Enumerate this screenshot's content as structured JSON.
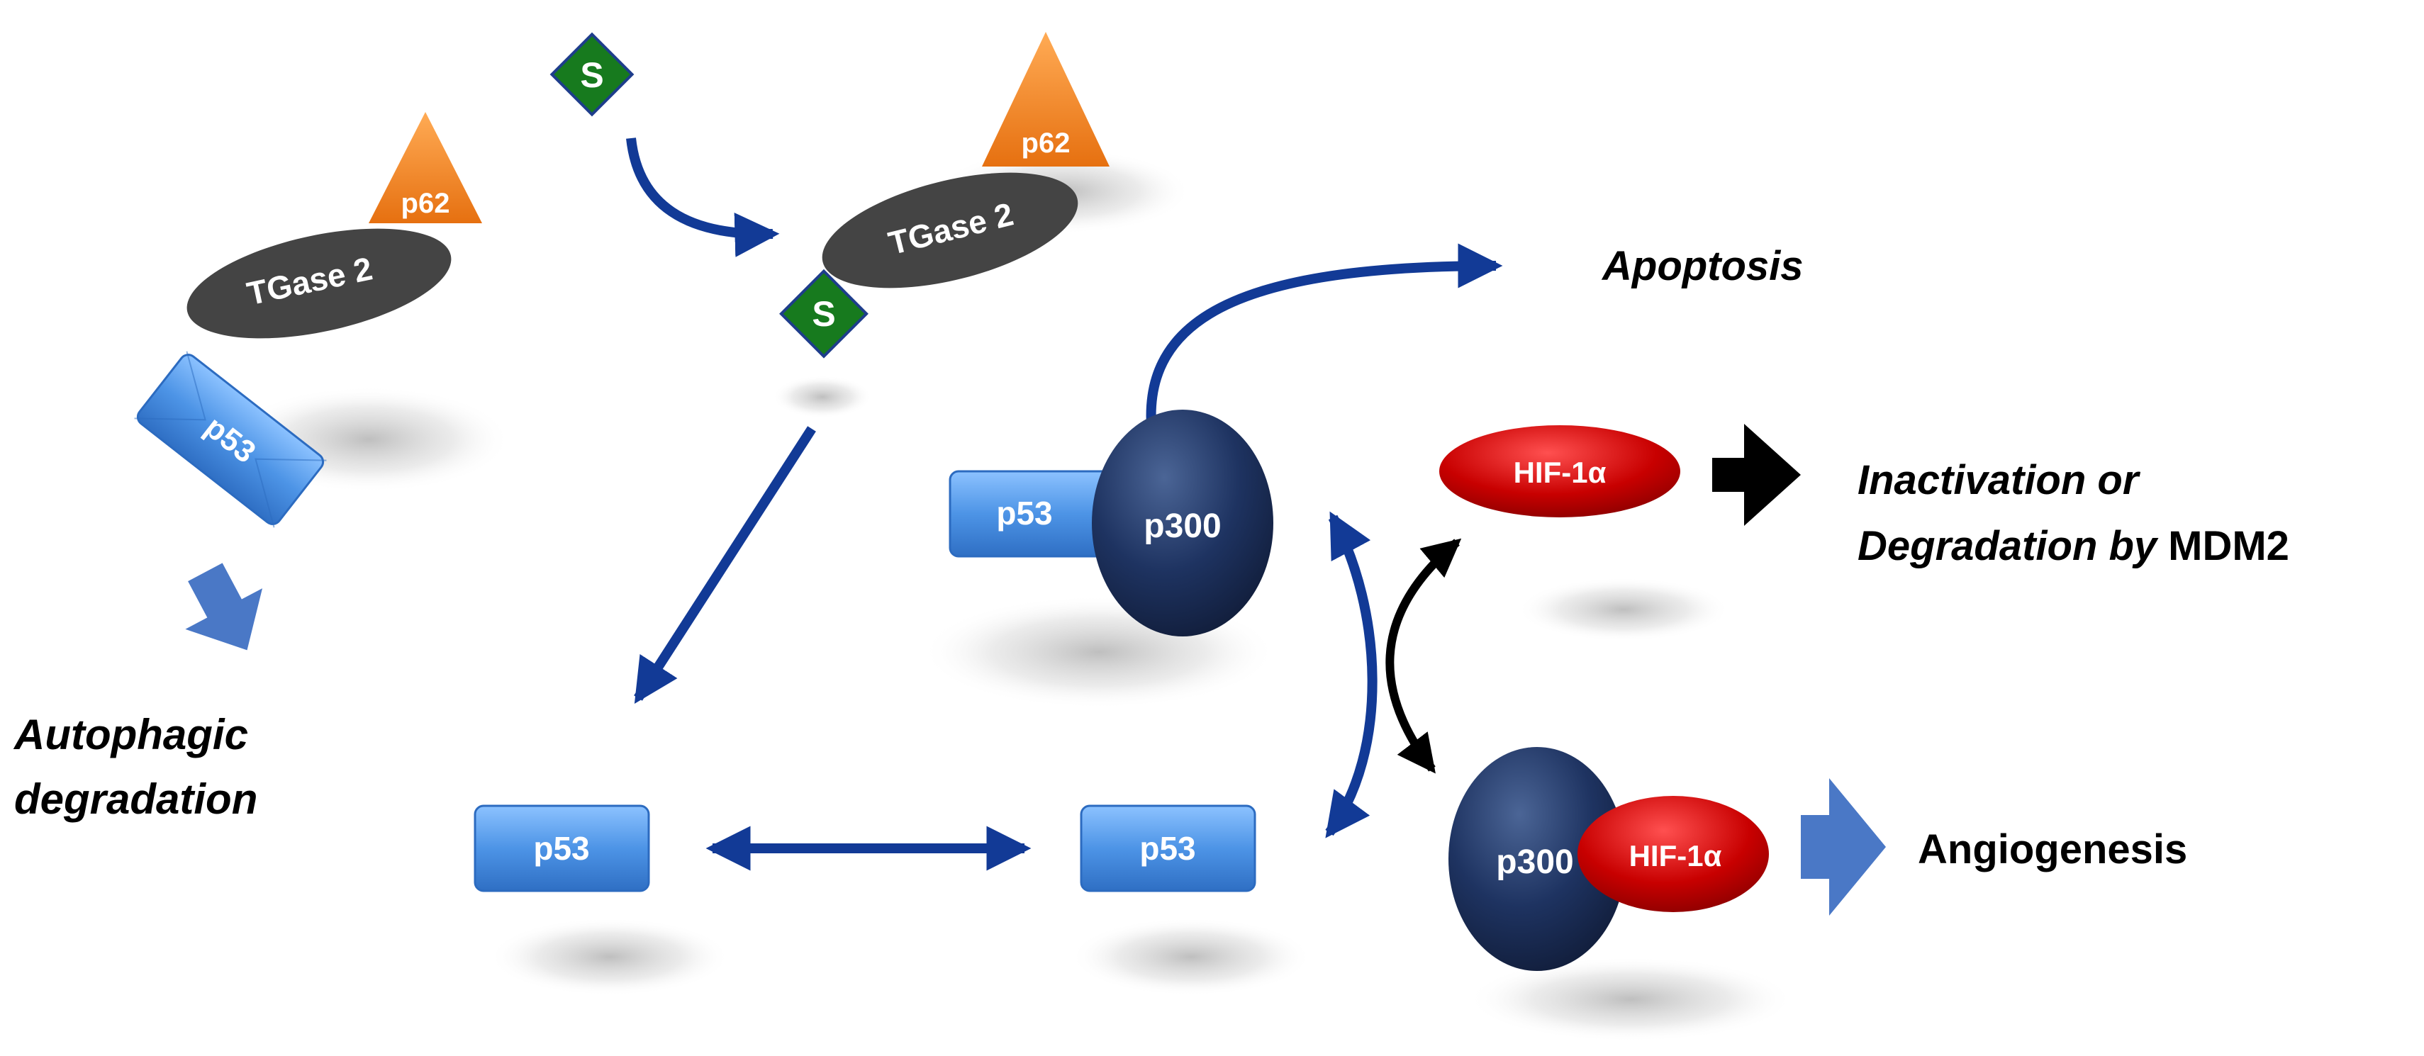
{
  "molecules": {
    "s_free": "S",
    "s_bound": "S",
    "p62_left": "p62",
    "p62_right": "p62",
    "tgase_left": "TGase 2",
    "tgase_right": "TGase 2",
    "p53_left": "p53",
    "p53_complex": "p53",
    "p53_bottom_left": "p53",
    "p53_bottom_right": "p53",
    "p300_top": "p300",
    "p300_bottom": "p300",
    "hif_top": "HIF-1α",
    "hif_bottom": "HIF-1α"
  },
  "outcomes": {
    "autophagic_line1": "Autophagic",
    "autophagic_line2": "degradation",
    "apoptosis": "Apoptosis",
    "inactivation_line1": "Inactivation or",
    "inactivation_line2_italic": "Degradation by",
    "inactivation_line2_normal": "MDM2",
    "angiogenesis": "Angiogenesis"
  },
  "colors": {
    "arrow_blue": "#123a96",
    "block_arrow_blue": "#4a78c6",
    "p53_blue": "#4d94e6",
    "tgase_gray": "#444444",
    "p62_orange": "#f0821e",
    "s_green": "#177a1e",
    "p300_navy": "#1b2d52",
    "hif_red": "#c00000",
    "black_arrow": "#000000"
  }
}
